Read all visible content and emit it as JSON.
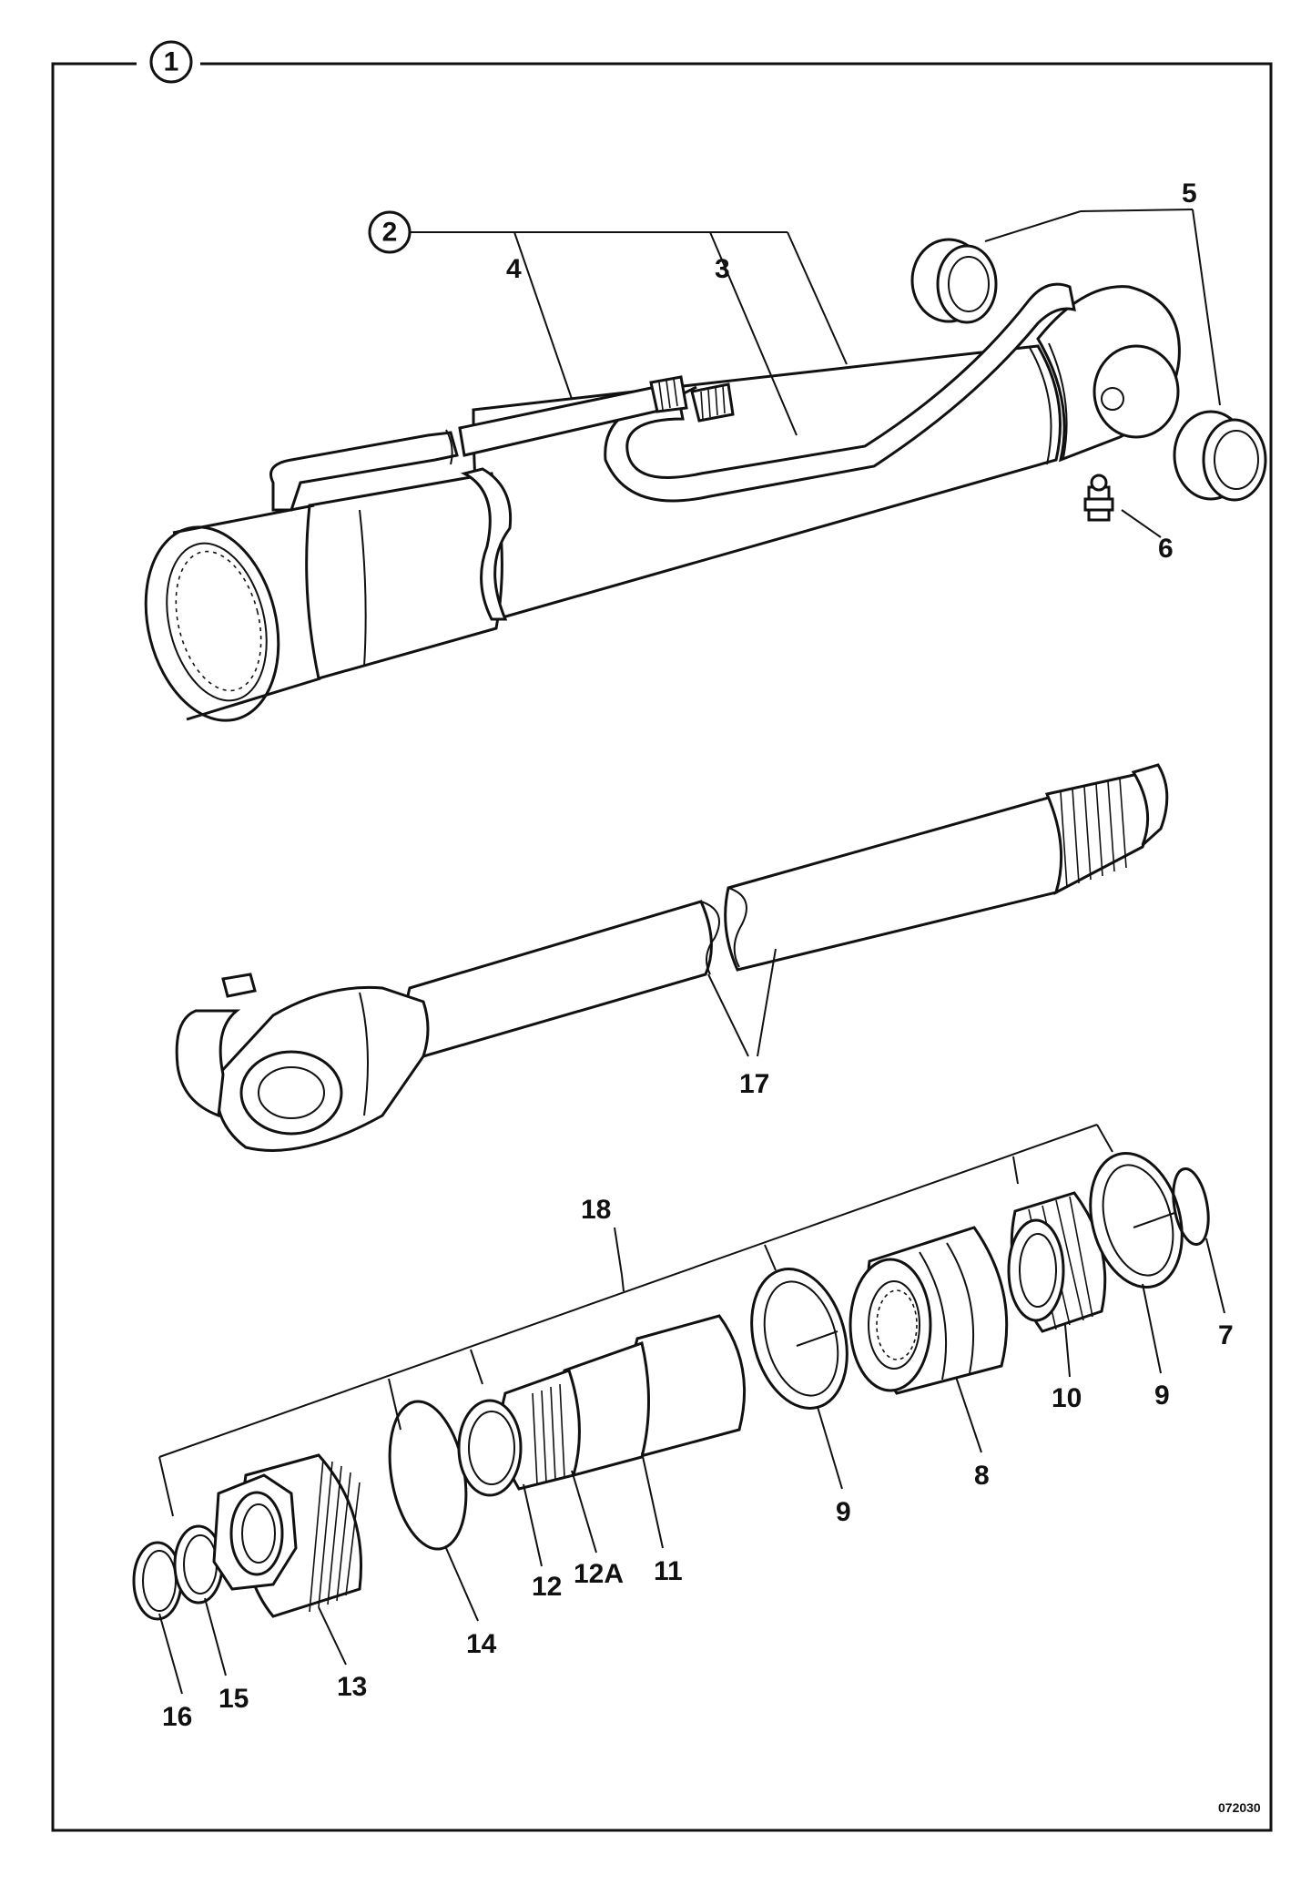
{
  "drawing": {
    "reference": "072030",
    "assembly_callouts": {
      "main": "1",
      "cylinder": "2"
    },
    "part_labels": {
      "p3": "3",
      "p4": "4",
      "p5": "5",
      "p6": "6",
      "p7": "7",
      "p8": "8",
      "p9a": "9",
      "p9b": "9",
      "p10": "10",
      "p11": "11",
      "p12": "12",
      "p12a": "12A",
      "p13": "13",
      "p14": "14",
      "p15": "15",
      "p16": "16",
      "p17": "17",
      "p18": "18"
    }
  }
}
